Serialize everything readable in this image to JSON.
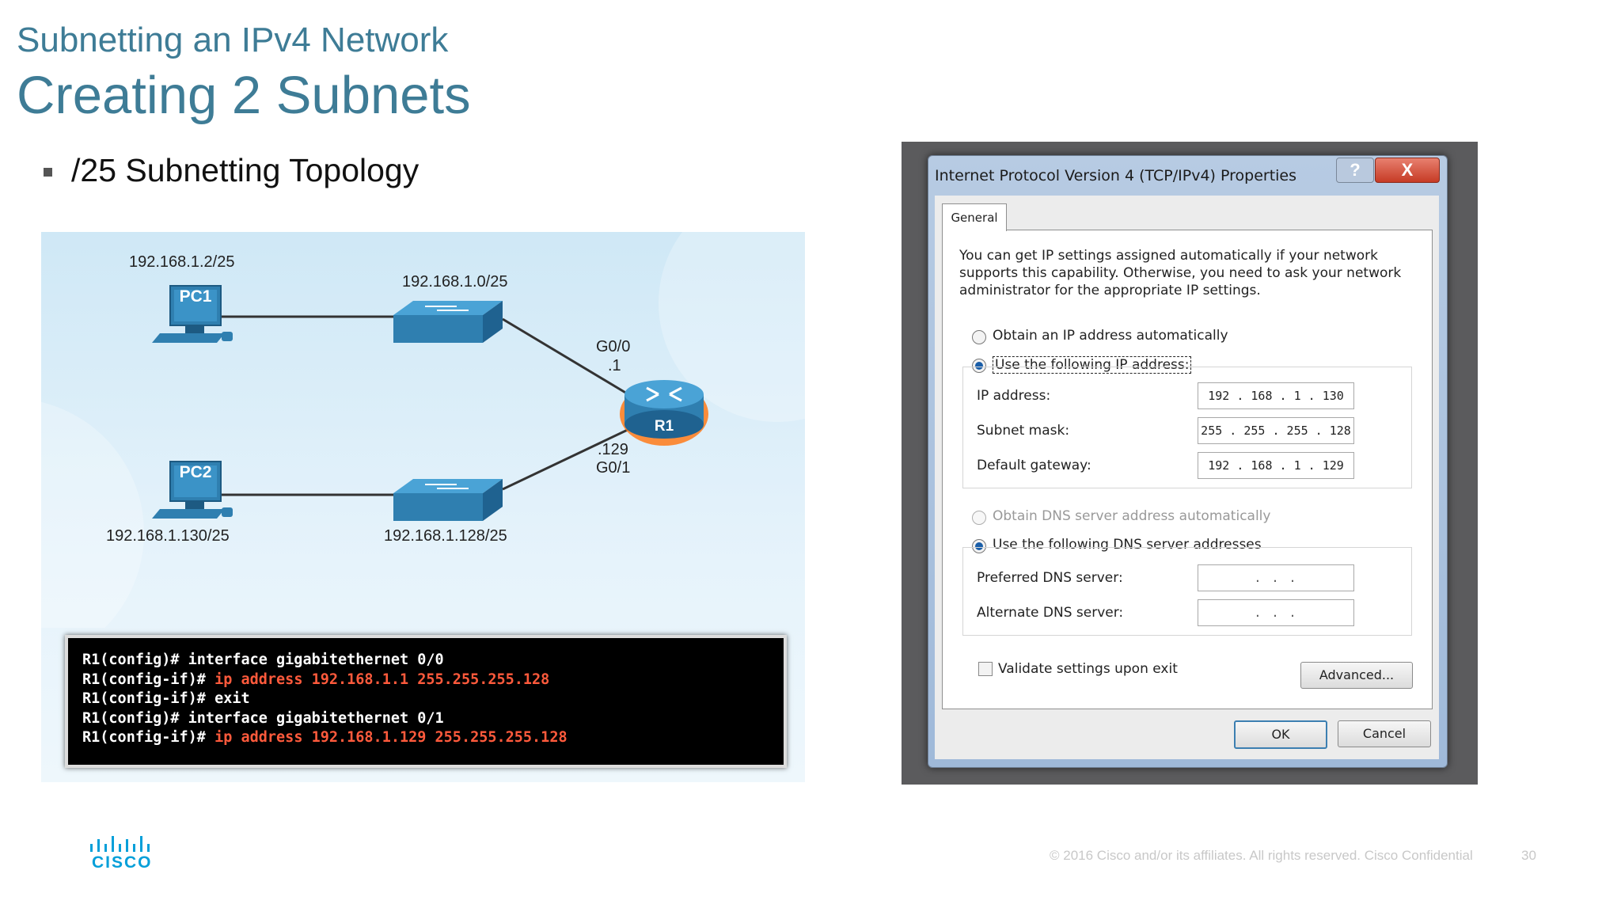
{
  "slide": {
    "subtitle": "Subnetting an IPv4 Network",
    "title": "Creating 2 Subnets",
    "bullet": "/25 Subnetting Topology"
  },
  "topology": {
    "pc1": {
      "label": "PC1",
      "address": "192.168.1.2/25"
    },
    "pc2": {
      "label": "PC2",
      "address": "192.168.1.130/25"
    },
    "switch1_network": "192.168.1.0/25",
    "switch2_network": "192.168.1.128/25",
    "router": {
      "label": "R1",
      "g0_0_interface": "G0/0",
      "g0_0_host": ".1",
      "g0_1_host": ".129",
      "g0_1_interface": "G0/1"
    }
  },
  "cli": [
    {
      "prompt": "R1(config)# ",
      "command": "interface gigabitethernet 0/0",
      "highlight": false
    },
    {
      "prompt": "R1(config-if)# ",
      "command": "ip address 192.168.1.1 255.255.255.128",
      "highlight": true
    },
    {
      "prompt": "R1(config-if)# ",
      "command": "exit",
      "highlight": false
    },
    {
      "prompt": "R1(config)# ",
      "command": "interface gigabitethernet 0/1",
      "highlight": false
    },
    {
      "prompt": "R1(config-if)# ",
      "command": "ip address 192.168.1.129 255.255.255.128",
      "highlight": true
    }
  ],
  "dialog": {
    "title": "Internet Protocol Version 4 (TCP/IPv4) Properties",
    "help_label": "?",
    "close_label": "X",
    "tab_label": "General",
    "description": [
      "You can get IP settings assigned automatically if your network",
      "supports this capability. Otherwise, you need to ask your network",
      "administrator for the appropriate IP settings."
    ],
    "obtain_ip_auto": "Obtain an IP address automatically",
    "use_following_ip": "Use the following IP address:",
    "ip_address_label": "IP address:",
    "ip_address_value": "192 . 168 .  1  . 130",
    "subnet_mask_label": "Subnet mask:",
    "subnet_mask_value": "255 . 255 . 255 . 128",
    "default_gateway_label": "Default gateway:",
    "default_gateway_value": "192 . 168 .  1  . 129",
    "obtain_dns_auto": "Obtain DNS server address automatically",
    "use_following_dns": "Use the following DNS server addresses",
    "preferred_dns_label": "Preferred DNS server:",
    "preferred_dns_value": ".   .   .",
    "alternate_dns_label": "Alternate DNS server:",
    "alternate_dns_value": ".   .   .",
    "validate_label": "Validate settings upon exit",
    "advanced_label": "Advanced...",
    "ok_label": "OK",
    "cancel_label": "Cancel"
  },
  "footer": {
    "logo_text": "CISCO",
    "copyright": "© 2016  Cisco and/or its affiliates. All rights reserved.   Cisco Confidential",
    "page_number": "30"
  },
  "colors": {
    "title": "#3e7c96",
    "cli_highlight": "#ff5a3c",
    "device_blue": "#2f7fb0",
    "router_glow": "#ff7a1a",
    "cisco_blue": "#049fd9"
  }
}
